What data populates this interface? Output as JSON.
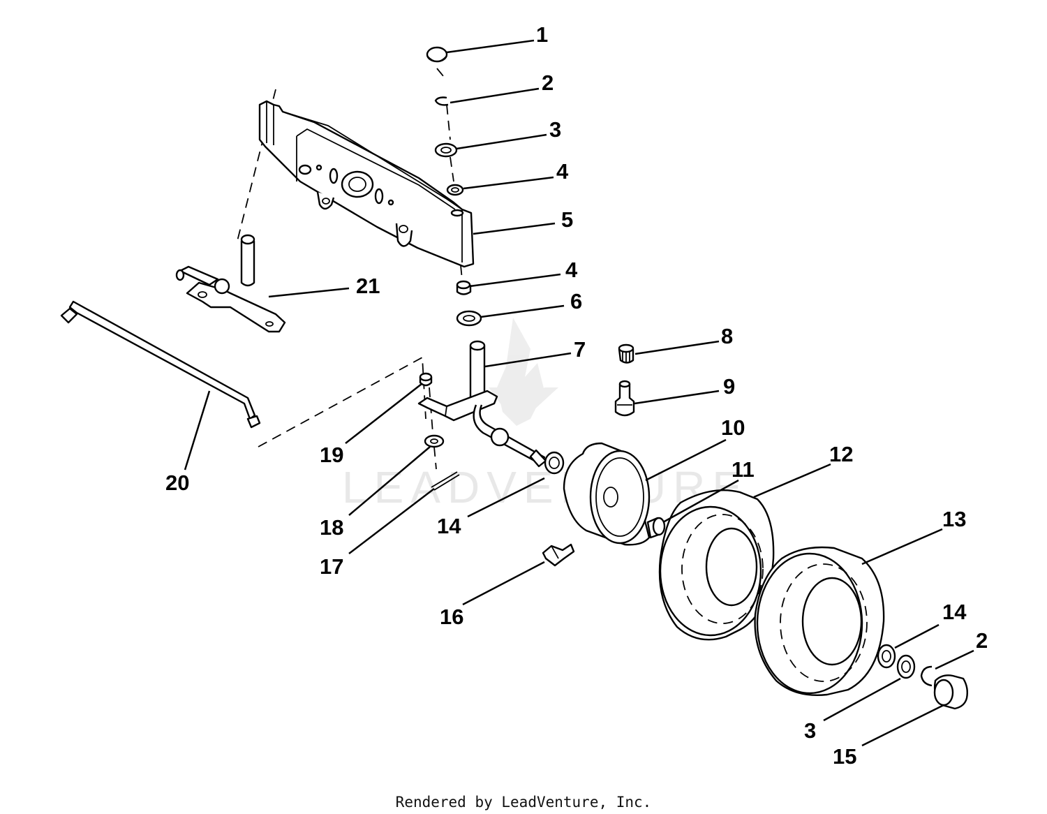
{
  "callouts": [
    {
      "id": "1",
      "text": "1"
    },
    {
      "id": "2a",
      "text": "2"
    },
    {
      "id": "3a",
      "text": "3"
    },
    {
      "id": "4a",
      "text": "4"
    },
    {
      "id": "5",
      "text": "5"
    },
    {
      "id": "4b",
      "text": "4"
    },
    {
      "id": "6",
      "text": "6"
    },
    {
      "id": "7",
      "text": "7"
    },
    {
      "id": "8",
      "text": "8"
    },
    {
      "id": "9",
      "text": "9"
    },
    {
      "id": "10",
      "text": "10"
    },
    {
      "id": "11",
      "text": "11"
    },
    {
      "id": "12",
      "text": "12"
    },
    {
      "id": "13",
      "text": "13"
    },
    {
      "id": "14a",
      "text": "14"
    },
    {
      "id": "14b",
      "text": "14"
    },
    {
      "id": "2b",
      "text": "2"
    },
    {
      "id": "3b",
      "text": "3"
    },
    {
      "id": "15",
      "text": "15"
    },
    {
      "id": "16",
      "text": "16"
    },
    {
      "id": "17",
      "text": "17"
    },
    {
      "id": "18",
      "text": "18"
    },
    {
      "id": "19",
      "text": "19"
    },
    {
      "id": "20",
      "text": "20"
    },
    {
      "id": "21",
      "text": "21"
    }
  ],
  "watermark": "LEADVENTURE",
  "footer": "Rendered by LeadVenture, Inc."
}
